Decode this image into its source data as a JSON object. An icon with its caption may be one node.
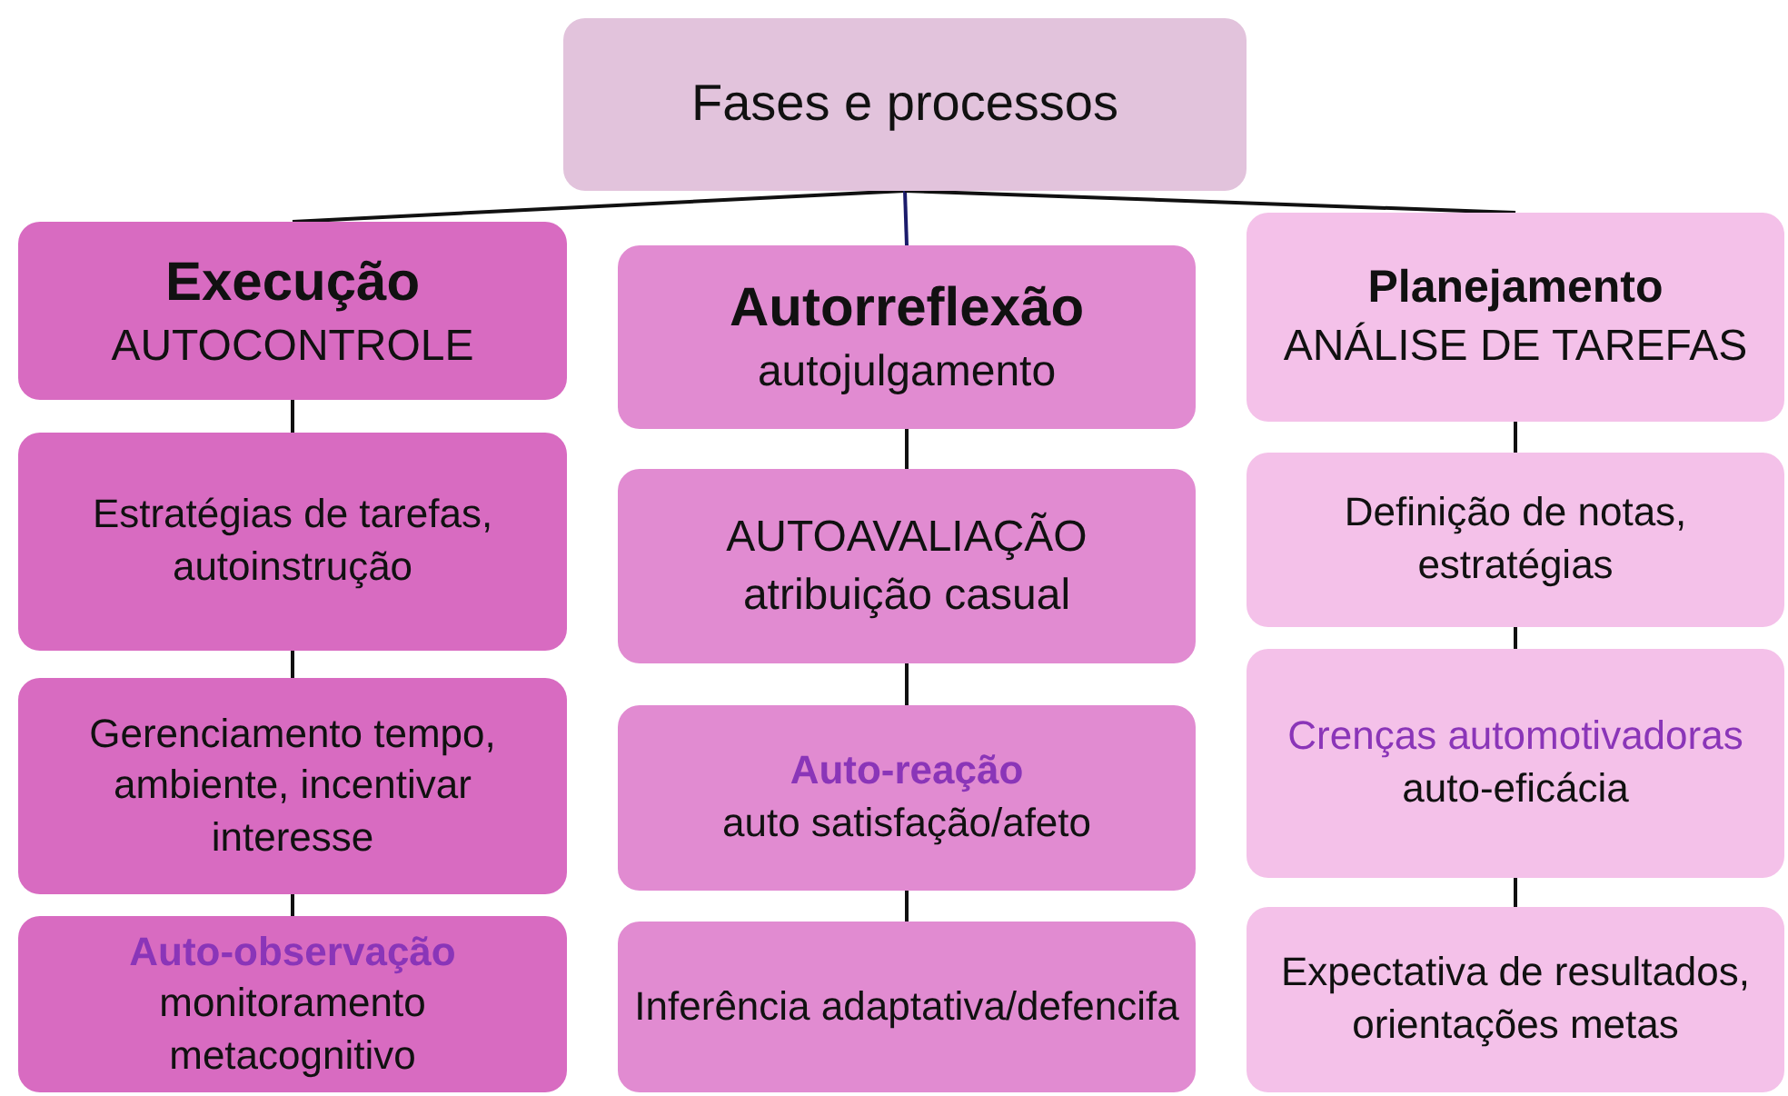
{
  "diagram": {
    "nodes": [
      {
        "text": [
          "Fases e processos"
        ]
      },
      {
        "text": [
          "Execução",
          "AUTOCONTROLE"
        ]
      },
      {
        "text": [
          "Estratégias de tarefas, autoinstrução"
        ]
      },
      {
        "text": [
          "Gerenciamento tempo, ambiente, incentivar interesse"
        ]
      },
      {
        "text": [
          "Auto-observação",
          "monitoramento metacognitivo"
        ]
      },
      {
        "text": [
          "Autorreflexão",
          "autojulgamento"
        ]
      },
      {
        "text": [
          "AUTOAVALIAÇÃO",
          "atribuição casual"
        ]
      },
      {
        "text": [
          "Auto-reação",
          "auto satisfação/afeto"
        ]
      },
      {
        "text": [
          "Inferência adaptativa/defencifa"
        ]
      },
      {
        "text": [
          "Planejamento",
          "ANÁLISE DE TAREFAS"
        ]
      },
      {
        "text": [
          "Definição de notas, estratégias"
        ]
      },
      {
        "text": [
          "Crenças automotivadoras",
          "auto-eficácia"
        ]
      },
      {
        "text": [
          "Expectativa de resultados, orientações metas"
        ]
      }
    ],
    "edges": [
      {
        "from": 0,
        "to": 1,
        "arrow": "none"
      },
      {
        "from": 0,
        "to": 5,
        "arrow": "none",
        "color": "#1b1b6b"
      },
      {
        "from": 0,
        "to": 9,
        "arrow": "none"
      },
      {
        "from": 1,
        "to": 2,
        "arrow": "none"
      },
      {
        "from": 2,
        "to": 3,
        "arrow": "none"
      },
      {
        "from": 3,
        "to": 4,
        "arrow": "none"
      },
      {
        "from": 5,
        "to": 6,
        "arrow": "none"
      },
      {
        "from": 6,
        "to": 7,
        "arrow": "none"
      },
      {
        "from": 7,
        "to": 8,
        "arrow": "none"
      },
      {
        "from": 9,
        "to": 10,
        "arrow": "none"
      },
      {
        "from": 10,
        "to": 11,
        "arrow": "none"
      },
      {
        "from": 11,
        "to": 12,
        "arrow": "none"
      }
    ]
  }
}
